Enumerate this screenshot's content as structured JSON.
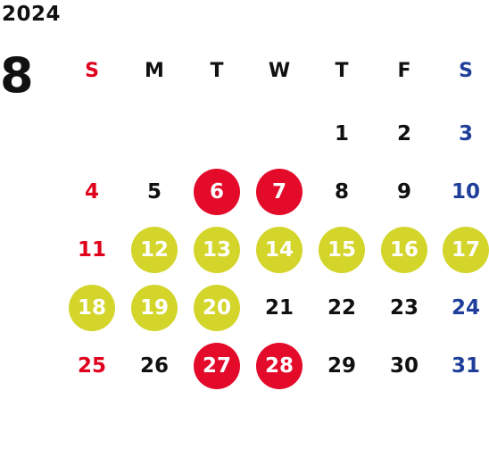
{
  "year": "2024",
  "month": "8",
  "colors": {
    "sunday": "#e0001c",
    "saturday": "#1f3f9a",
    "weekday": "#111111",
    "red_mark": "#e30a2a",
    "yellow_mark": "#d3d52b"
  },
  "weekdays": [
    {
      "label": "S",
      "kind": "sun"
    },
    {
      "label": "M",
      "kind": "wk"
    },
    {
      "label": "T",
      "kind": "wk"
    },
    {
      "label": "W",
      "kind": "wk"
    },
    {
      "label": "T",
      "kind": "wk"
    },
    {
      "label": "F",
      "kind": "wk"
    },
    {
      "label": "S",
      "kind": "sat"
    }
  ],
  "weeks": [
    [
      null,
      null,
      null,
      null,
      {
        "d": "1"
      },
      {
        "d": "2"
      },
      {
        "d": "3"
      }
    ],
    [
      {
        "d": "4"
      },
      {
        "d": "5"
      },
      {
        "d": "6",
        "mark": "red"
      },
      {
        "d": "7",
        "mark": "red"
      },
      {
        "d": "8"
      },
      {
        "d": "9"
      },
      {
        "d": "10"
      }
    ],
    [
      {
        "d": "11"
      },
      {
        "d": "12",
        "mark": "yellow"
      },
      {
        "d": "13",
        "mark": "yellow"
      },
      {
        "d": "14",
        "mark": "yellow"
      },
      {
        "d": "15",
        "mark": "yellow"
      },
      {
        "d": "16",
        "mark": "yellow"
      },
      {
        "d": "17",
        "mark": "yellow"
      }
    ],
    [
      {
        "d": "18",
        "mark": "yellow"
      },
      {
        "d": "19",
        "mark": "yellow"
      },
      {
        "d": "20",
        "mark": "yellow"
      },
      {
        "d": "21"
      },
      {
        "d": "22"
      },
      {
        "d": "23"
      },
      {
        "d": "24"
      }
    ],
    [
      {
        "d": "25"
      },
      {
        "d": "26"
      },
      {
        "d": "27",
        "mark": "red"
      },
      {
        "d": "28",
        "mark": "red"
      },
      {
        "d": "29"
      },
      {
        "d": "30"
      },
      {
        "d": "31"
      }
    ]
  ]
}
